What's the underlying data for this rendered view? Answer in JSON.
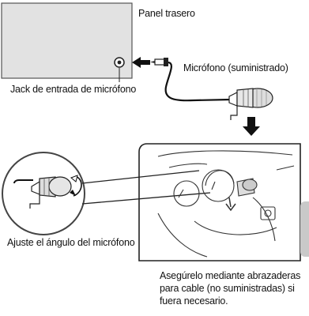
{
  "labels": {
    "rear_panel": "Panel trasero",
    "mic_jack": "Jack de entrada de micrófono",
    "microphone": "Micrófono (suministrado)",
    "adjust_angle": "Ajuste el ángulo del micrófono",
    "secure_note": "Asegúrelo mediante abrazaderas para cable (no suministradas) si fuera necesario."
  }
}
